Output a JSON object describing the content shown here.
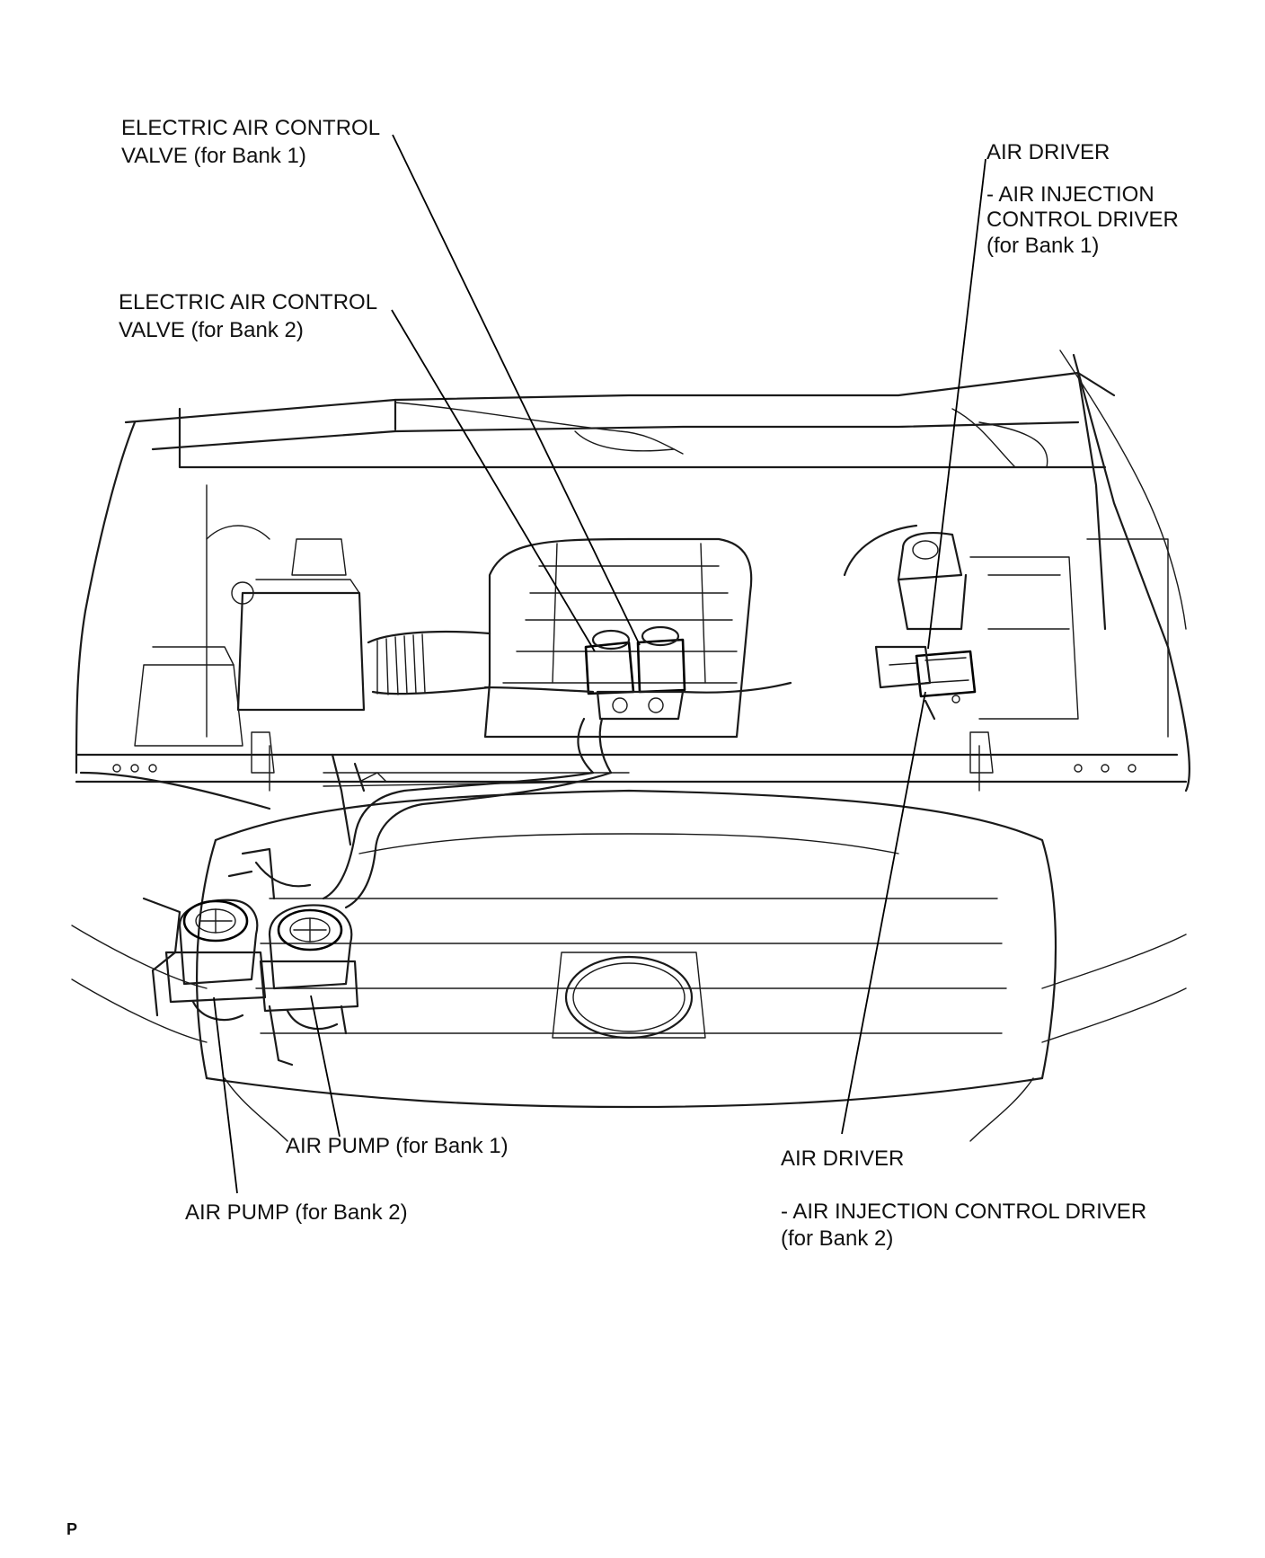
{
  "callouts": {
    "valve_bank1": {
      "line1": "ELECTRIC AIR CONTROL",
      "line2": "VALVE  (for Bank 1)"
    },
    "valve_bank2": {
      "line1": "ELECTRIC AIR CONTROL",
      "line2": "VALVE  (for Bank 2)"
    },
    "driver_bank1": {
      "line1": "AIR DRIVER",
      "line2": "- AIR INJECTION",
      "line3": "CONTROL DRIVER",
      "line4": "(for Bank 1)"
    },
    "pump_bank1": {
      "line1": "AIR PUMP (for Bank 1)"
    },
    "pump_bank2": {
      "line1": "AIR PUMP (for Bank 2)"
    },
    "driver_bank2": {
      "line1": "AIR DRIVER",
      "line2": "- AIR INJECTION CONTROL DRIVER",
      "line3": "(for Bank 2)"
    }
  },
  "footer": {
    "mark": "P"
  }
}
